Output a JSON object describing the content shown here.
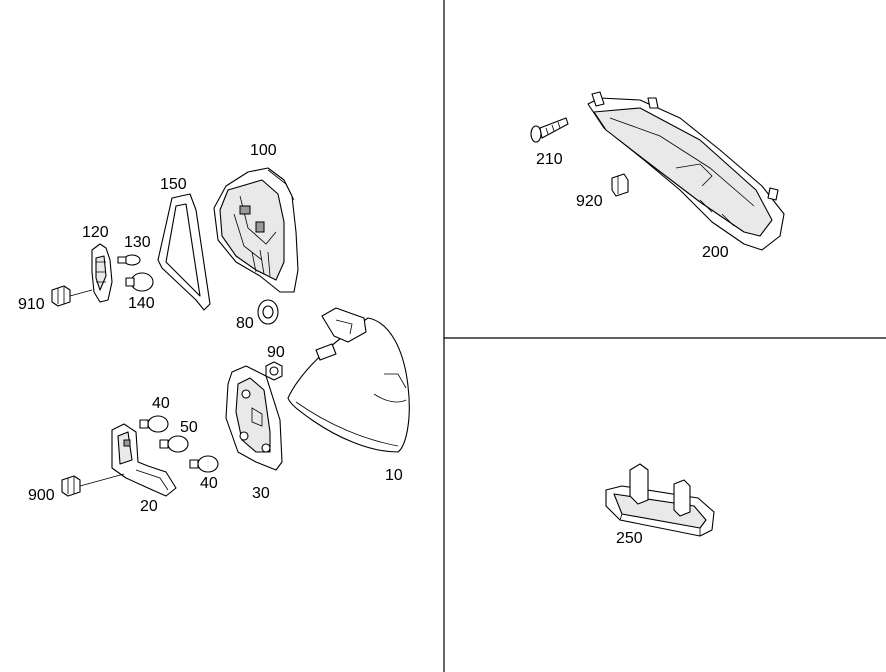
{
  "callouts": {
    "c10": "10",
    "c20": "20",
    "c30": "30",
    "c40a": "40",
    "c40b": "40",
    "c50": "50",
    "c80": "80",
    "c90": "90",
    "c100": "100",
    "c120": "120",
    "c130": "130",
    "c140": "140",
    "c150": "150",
    "c200": "200",
    "c210": "210",
    "c250": "250",
    "c900": "900",
    "c910": "910",
    "c920": "920"
  }
}
